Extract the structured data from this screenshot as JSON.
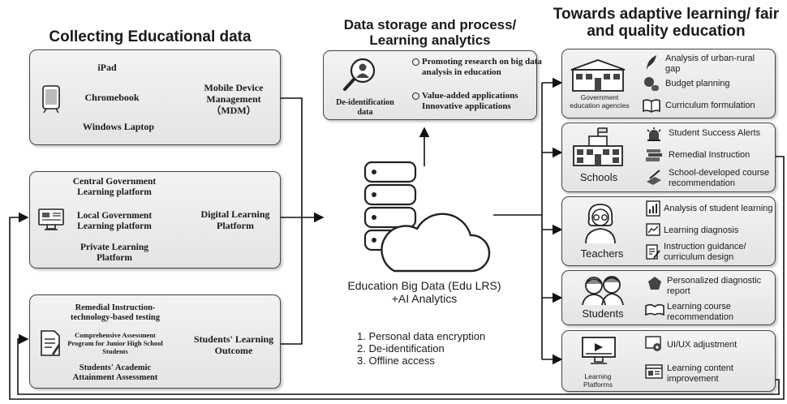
{
  "headings": {
    "collecting": "Collecting Educational data",
    "storage": "Data storage and process/ Learning analytics",
    "towards": "Towards adaptive learning/ fair and quality education"
  },
  "mdm_group": {
    "devices": [
      "iPad",
      "Chromebook",
      "Windows Laptop"
    ],
    "target": "Mobile Device Management （MDM）"
  },
  "platform_group": {
    "sources": [
      "Central Government Learning platform",
      "Local Government Learning platform",
      "Private Learning Platform"
    ],
    "target": "Digital Learning Platform"
  },
  "outcome_group": {
    "sources": [
      "Remedial Instruction-technology-based testing",
      "Comprehensive Assessment Program for Junior High School Students",
      "Students' Academic Attainment Assessment"
    ],
    "target": "Students' Learning Outcome"
  },
  "analytics": {
    "icon_caption": "De-identification data",
    "items": [
      "Promoting research on big data analysis in education",
      "Value-added applications Innovative applications"
    ]
  },
  "center": {
    "title": "Education Big Data (Edu LRS) +AI Analytics",
    "list": [
      "1. Personal data encryption",
      "2. De-identification",
      "3. Offline access"
    ]
  },
  "stakeholders": [
    {
      "name": "Government education agencies",
      "items": [
        "Analysis of urban-rural gap",
        "Budget planning",
        "Curriculum formulation"
      ]
    },
    {
      "name": "Schools",
      "items": [
        "Student Success Alerts",
        "Remedial Instruction",
        "School-developed course recommendation"
      ]
    },
    {
      "name": "Teachers",
      "items": [
        "Analysis of student learning",
        "Learning diagnosis",
        "Instruction guidance/ curriculum design"
      ]
    },
    {
      "name": "Students",
      "items": [
        "Personalized diagnostic report",
        "Learning course recommendation"
      ]
    },
    {
      "name": "Learning Platforms",
      "items": [
        "UI/UX adjustment",
        "Learning content improvement"
      ]
    }
  ],
  "icons": [
    "tablet-icon",
    "monitor-icon",
    "document-icon",
    "magnifier-person-icon",
    "database-cloud-icon",
    "building-icon",
    "school-icon",
    "teacher-icon",
    "students-icon",
    "learning-platform-icon"
  ],
  "colors": {
    "box_fill": "#e9e9e9",
    "line": "#1a1a1a"
  }
}
